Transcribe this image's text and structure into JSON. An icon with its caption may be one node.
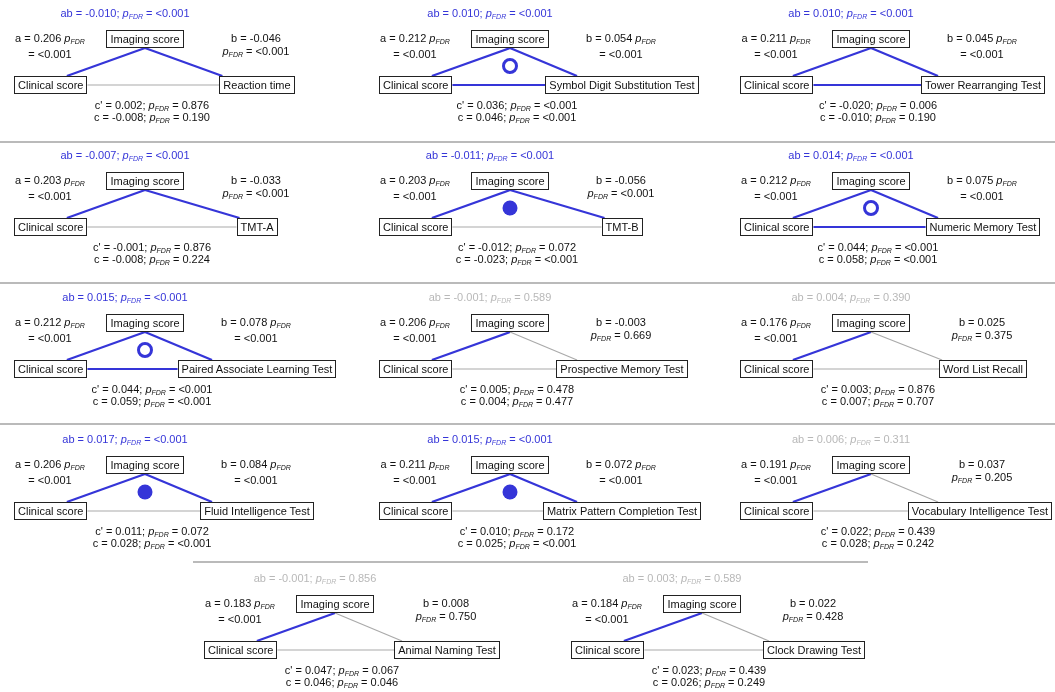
{
  "diagram": {
    "nodes": [
      {
        "text": [
          "Imaging score"
        ]
      },
      {
        "text": [
          "Clinical score"
        ]
      },
      {
        "text": [
          "Reaction time"
        ]
      },
      {
        "text": [
          "Imaging score"
        ]
      },
      {
        "text": [
          "Clinical score"
        ]
      },
      {
        "text": [
          "Symbol Digit Substitution Test"
        ]
      },
      {
        "text": [
          "Imaging score"
        ]
      },
      {
        "text": [
          "Clinical score"
        ]
      },
      {
        "text": [
          "Tower Rearranging Test"
        ]
      },
      {
        "text": [
          "Imaging score"
        ]
      },
      {
        "text": [
          "Clinical score"
        ]
      },
      {
        "text": [
          "TMT-A"
        ]
      },
      {
        "text": [
          "Imaging score"
        ]
      },
      {
        "text": [
          "Clinical score"
        ]
      },
      {
        "text": [
          "TMT-B"
        ]
      },
      {
        "text": [
          "Imaging score"
        ]
      },
      {
        "text": [
          "Clinical score"
        ]
      },
      {
        "text": [
          "Numeric Memory Test"
        ]
      },
      {
        "text": [
          "Imaging score"
        ]
      },
      {
        "text": [
          "Clinical score"
        ]
      },
      {
        "text": [
          "Paired Associate Learning Test"
        ]
      },
      {
        "text": [
          "Imaging score"
        ]
      },
      {
        "text": [
          "Clinical score"
        ]
      },
      {
        "text": [
          "Prospective Memory Test"
        ]
      },
      {
        "text": [
          "Imaging score"
        ]
      },
      {
        "text": [
          "Clinical score"
        ]
      },
      {
        "text": [
          "Word List Recall"
        ]
      },
      {
        "text": [
          "Imaging score"
        ]
      },
      {
        "text": [
          "Clinical score"
        ]
      },
      {
        "text": [
          "Fluid Intelligence Test"
        ]
      },
      {
        "text": [
          "Imaging score"
        ]
      },
      {
        "text": [
          "Clinical score"
        ]
      },
      {
        "text": [
          "Matrix Pattern Completion Test"
        ]
      },
      {
        "text": [
          "Imaging score"
        ]
      },
      {
        "text": [
          "Clinical score"
        ]
      },
      {
        "text": [
          "Vocabulary Intelligence Test"
        ]
      },
      {
        "text": [
          "Imaging score"
        ]
      },
      {
        "text": [
          "Clinical score"
        ]
      },
      {
        "text": [
          "Animal Naming Test"
        ]
      },
      {
        "text": [
          "Imaging score"
        ]
      },
      {
        "text": [
          "Clinical score"
        ]
      },
      {
        "text": [
          "Clock Drawing Test"
        ]
      }
    ],
    "edges": [
      {
        "from": 1,
        "to": 0,
        "arrow": "none",
        "label": "a = 0.206 *p*$_{FDR}$ = <0.001"
      },
      {
        "from": 0,
        "to": 2,
        "arrow": "none",
        "label": "b = -0.046 *p*$_{FDR}$ = <0.001"
      },
      {
        "from": 1,
        "to": 2,
        "arrow": "none",
        "color": "#aaaaaa"
      },
      {
        "from": 4,
        "to": 3,
        "arrow": "none",
        "label": "a = 0.212 *p*$_{FDR}$ = <0.001"
      },
      {
        "from": 3,
        "to": 5,
        "arrow": "none",
        "label": "b = 0.054 *p*$_{FDR}$ = <0.001"
      },
      {
        "from": 4,
        "to": 5,
        "arrow": "none"
      },
      {
        "from": 7,
        "to": 6,
        "arrow": "none",
        "label": "a = 0.211 *p*$_{FDR}$ = <0.001"
      },
      {
        "from": 6,
        "to": 8,
        "arrow": "none",
        "label": "b = 0.045 *p*$_{FDR}$ = <0.001"
      },
      {
        "from": 7,
        "to": 8,
        "arrow": "none"
      },
      {
        "from": 10,
        "to": 9,
        "arrow": "none",
        "label": "a = 0.203 *p*$_{FDR}$ = <0.001"
      },
      {
        "from": 9,
        "to": 11,
        "arrow": "none",
        "label": "b = -0.033 *p*$_{FDR}$ = <0.001"
      },
      {
        "from": 10,
        "to": 11,
        "arrow": "none",
        "color": "#aaaaaa"
      },
      {
        "from": 13,
        "to": 12,
        "arrow": "none",
        "label": "a = 0.203 *p*$_{FDR}$ = <0.001"
      },
      {
        "from": 12,
        "to": 14,
        "arrow": "none",
        "label": "b = -0.056 *p*$_{FDR}$ = <0.001"
      },
      {
        "from": 13,
        "to": 14,
        "arrow": "none",
        "color": "#aaaaaa"
      },
      {
        "from": 16,
        "to": 15,
        "arrow": "none",
        "label": "a = 0.212 *p*$_{FDR}$ = <0.001"
      },
      {
        "from": 15,
        "to": 17,
        "arrow": "none",
        "label": "b = 0.075 *p*$_{FDR}$ = <0.001"
      },
      {
        "from": 16,
        "to": 17,
        "arrow": "none"
      },
      {
        "from": 19,
        "to": 18,
        "arrow": "none",
        "label": "a = 0.212 *p*$_{FDR}$ = <0.001"
      },
      {
        "from": 18,
        "to": 20,
        "arrow": "none",
        "label": "b = 0.078 *p*$_{FDR}$ = <0.001"
      },
      {
        "from": 19,
        "to": 20,
        "arrow": "none"
      },
      {
        "from": 22,
        "to": 21,
        "arrow": "none",
        "label": "a = 0.206 *p*$_{FDR}$ = <0.001"
      },
      {
        "from": 21,
        "to": 23,
        "arrow": "none",
        "label": "b = -0.003 *p*$_{FDR}$ = 0.669",
        "color": "#aaaaaa"
      },
      {
        "from": 22,
        "to": 23,
        "arrow": "none",
        "color": "#aaaaaa"
      },
      {
        "from": 25,
        "to": 24,
        "arrow": "none",
        "label": "a = 0.176 *p*$_{FDR}$ = <0.001"
      },
      {
        "from": 24,
        "to": 26,
        "arrow": "none",
        "label": "b = 0.025 *p*$_{FDR}$ = 0.375",
        "color": "#aaaaaa"
      },
      {
        "from": 25,
        "to": 26,
        "arrow": "none",
        "color": "#aaaaaa"
      },
      {
        "from": 28,
        "to": 27,
        "arrow": "none",
        "label": "a = 0.206 *p*$_{FDR}$ = <0.001"
      },
      {
        "from": 27,
        "to": 29,
        "arrow": "none",
        "label": "b = 0.084 *p*$_{FDR}$ = <0.001"
      },
      {
        "from": 28,
        "to": 29,
        "arrow": "none",
        "color": "#aaaaaa"
      },
      {
        "from": 31,
        "to": 30,
        "arrow": "none",
        "label": "a = 0.211 *p*$_{FDR}$ = <0.001"
      },
      {
        "from": 30,
        "to": 32,
        "arrow": "none",
        "label": "b = 0.072 *p*$_{FDR}$ = <0.001"
      },
      {
        "from": 31,
        "to": 32,
        "arrow": "none",
        "color": "#aaaaaa"
      },
      {
        "from": 34,
        "to": 33,
        "arrow": "none",
        "label": "a = 0.191 *p*$_{FDR}$ = <0.001"
      },
      {
        "from": 33,
        "to": 35,
        "arrow": "none",
        "label": "b = 0.037 *p*$_{FDR}$ = 0.205",
        "color": "#aaaaaa"
      },
      {
        "from": 34,
        "to": 35,
        "arrow": "none",
        "color": "#aaaaaa"
      },
      {
        "from": 37,
        "to": 36,
        "arrow": "none",
        "label": "a = 0.183 *p*$_{FDR}$ = <0.001"
      },
      {
        "from": 36,
        "to": 38,
        "arrow": "none",
        "label": "b = 0.008 *p*$_{FDR}$ = 0.750",
        "color": "#aaaaaa"
      },
      {
        "from": 37,
        "to": 38,
        "arrow": "none",
        "color": "#aaaaaa"
      },
      {
        "from": 40,
        "to": 39,
        "arrow": "none",
        "label": "a = 0.184 *p*$_{FDR}$ = <0.001"
      },
      {
        "from": 39,
        "to": 41,
        "arrow": "none",
        "label": "b = 0.022 *p*$_{FDR}$ = 0.428",
        "color": "#aaaaaa"
      },
      {
        "from": 40,
        "to": 41,
        "arrow": "none",
        "color": "#aaaaaa"
      }
    ],
    "labels": [
      "ab = -0.010; *p*$_{FDR}$ = <0.001",
      "c' = 0.002; *p*$_{FDR}$ = 0.876",
      "c = -0.008; *p*$_{FDR}$ = 0.190",
      "ab = 0.010; *p*$_{FDR}$ = <0.001",
      "c' = 0.036; *p*$_{FDR}$ = <0.001",
      "c = 0.046; *p*$_{FDR}$ = <0.001",
      "ab = 0.010; *p*$_{FDR}$ = <0.001",
      "c' = -0.020; *p*$_{FDR}$ = 0.006",
      "c = -0.010; *p*$_{FDR}$ = 0.190",
      "ab = -0.007; *p*$_{FDR}$ = <0.001",
      "c' = -0.001; *p*$_{FDR}$ = 0.876",
      "c = -0.008; *p*$_{FDR}$ = 0.224",
      "ab = -0.011; *p*$_{FDR}$ = <0.001",
      "c' = -0.012; *p*$_{FDR}$ = 0.072",
      "c = -0.023; *p*$_{FDR}$ = <0.001",
      "ab = 0.014; *p*$_{FDR}$ = <0.001",
      "c' = 0.044; *p*$_{FDR}$ = <0.001",
      "c = 0.058; *p*$_{FDR}$ = <0.001",
      "ab = 0.015; *p*$_{FDR}$ = <0.001",
      "c' = 0.044; *p*$_{FDR}$ = <0.001",
      "c = 0.059; *p*$_{FDR}$ = <0.001",
      "ab = -0.001; *p*$_{FDR}$ = 0.589",
      "c' = 0.005; *p*$_{FDR}$ = 0.478",
      "c = 0.004; *p*$_{FDR}$ = 0.477",
      "ab = 0.004; *p*$_{FDR}$ = 0.390",
      "c' = 0.003; *p*$_{FDR}$ = 0.876",
      "c = 0.007; *p*$_{FDR}$ = 0.707",
      "ab = 0.017; *p*$_{FDR}$ = <0.001",
      "c' = 0.011; *p*$_{FDR}$ = 0.072",
      "c = 0.028; *p*$_{FDR}$ = <0.001",
      "ab = 0.015; *p*$_{FDR}$ = <0.001",
      "c' = 0.010; *p*$_{FDR}$ = 0.172",
      "c = 0.025; *p*$_{FDR}$ = <0.001",
      "ab = 0.006; *p*$_{FDR}$ = 0.311",
      "c' = 0.022; *p*$_{FDR}$ = 0.439",
      "c = 0.028; *p*$_{FDR}$ = 0.242",
      "ab = -0.001; *p*$_{FDR}$ = 0.856",
      "c' = 0.047; *p*$_{FDR}$ = 0.067",
      "c = 0.046; *p*$_{FDR}$ = 0.046",
      "ab = 0.003; *p*$_{FDR}$ = 0.589",
      "c' = 0.023; *p*$_{FDR}$ = 0.439",
      "c = 0.026; *p*$_{FDR}$ = 0.249"
    ]
  }
}
